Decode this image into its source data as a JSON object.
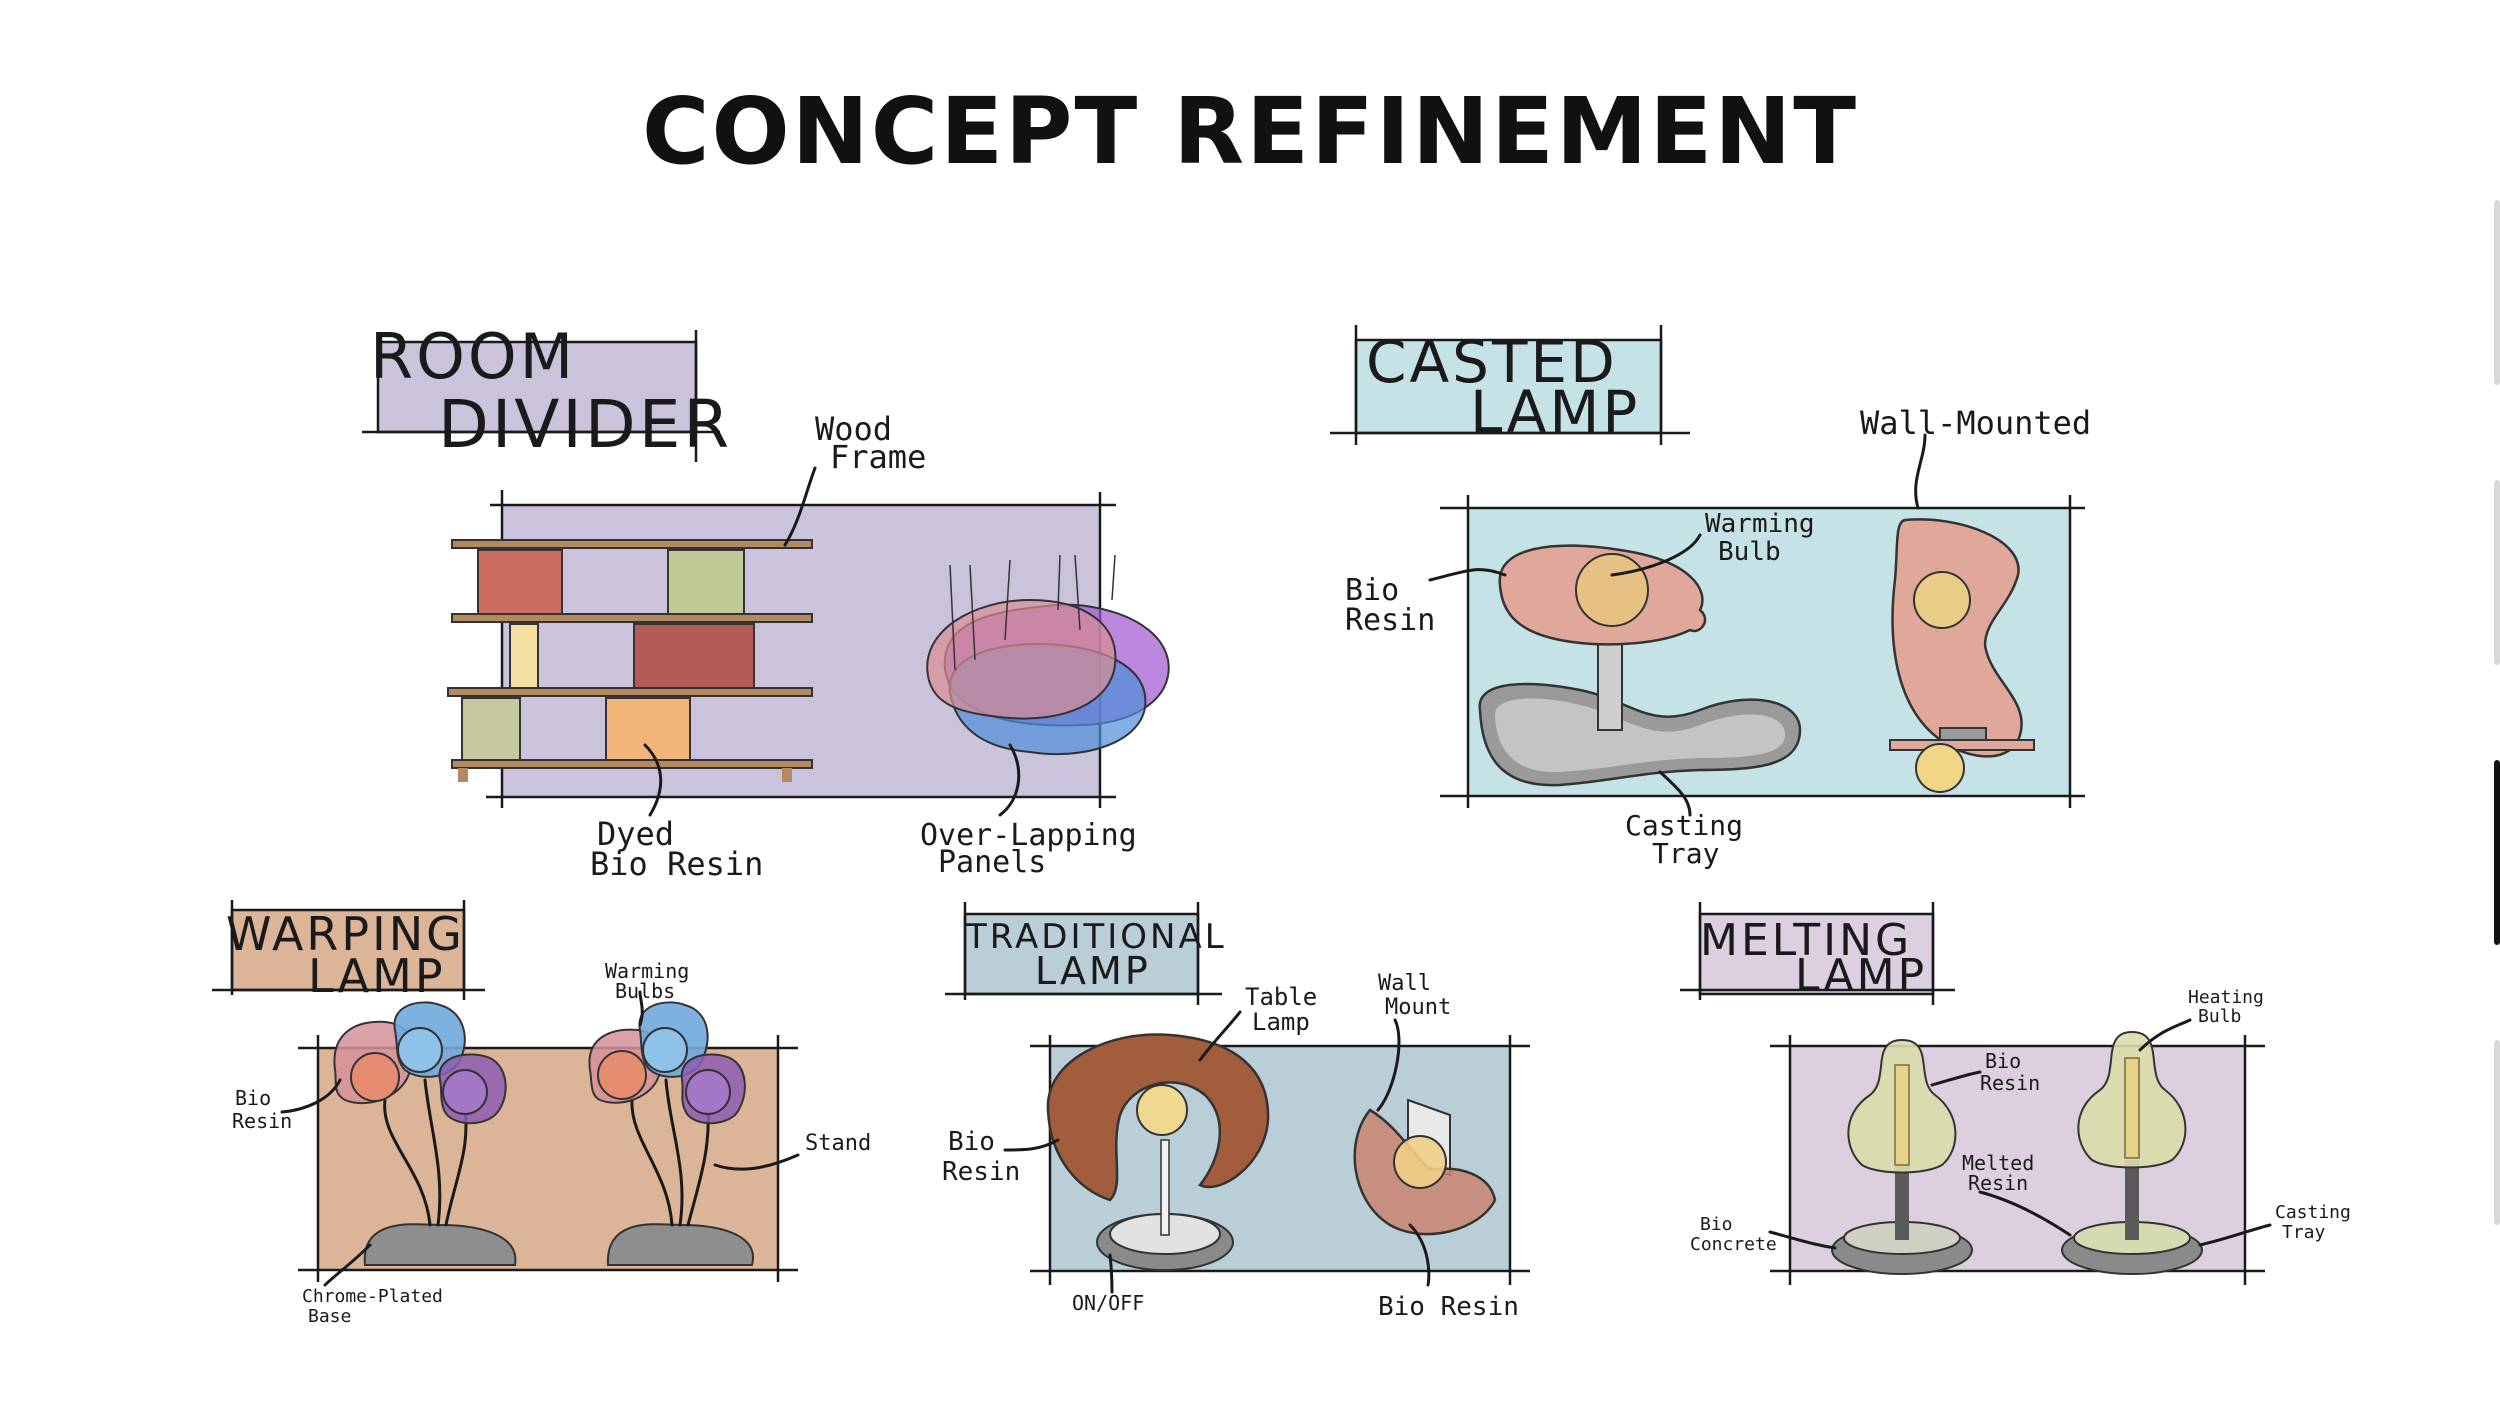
{
  "page_title": "CONCEPT REFINEMENT",
  "colors": {
    "room_divider": "#cbc2dc",
    "casted_lamp": "#c5e3e6",
    "warping_lamp": "#dcb498",
    "traditional_lamp": "#b9ced6",
    "melting_lamp": "#dbcfe0",
    "resin_pink": "#dfa89a",
    "bulb": "#e8cd84",
    "tray": "#9c9c9c"
  },
  "panels": {
    "room_divider": {
      "title_line1": "ROOM",
      "title_line2": "DIVIDER",
      "callouts": {
        "wood_frame_1": "Wood",
        "wood_frame_2": "Frame",
        "dyed_resin_1": "Dyed",
        "dyed_resin_2": "Bio Resin",
        "panels_1": "Over-Lapping",
        "panels_2": "Panels"
      }
    },
    "casted_lamp": {
      "title_line1": "CASTED",
      "title_line2": "LAMP",
      "callouts": {
        "wall_mounted": "Wall-Mounted",
        "warming_bulb_1": "Warming",
        "warming_bulb_2": "Bulb",
        "bio_resin_1": "Bio",
        "bio_resin_2": "Resin",
        "casting_tray_1": "Casting",
        "casting_tray_2": "Tray"
      }
    },
    "warping_lamp": {
      "title_line1": "WARPING",
      "title_line2": "LAMP",
      "callouts": {
        "warming_bulbs_1": "Warming",
        "warming_bulbs_2": "Bulbs",
        "bio_resin_1": "Bio",
        "bio_resin_2": "Resin",
        "stand": "Stand",
        "base_1": "Chrome-Plated",
        "base_2": "Base"
      }
    },
    "traditional_lamp": {
      "title_line1": "TRADITIONAL",
      "title_line2": "LAMP",
      "callouts": {
        "table_lamp_1": "Table",
        "table_lamp_2": "Lamp",
        "wall_mount_1": "Wall",
        "wall_mount_2": "Mount",
        "bio_resin_1": "Bio",
        "bio_resin_2": "Resin",
        "on_off": "ON/OFF",
        "bio_resin_b": "Bio Resin"
      }
    },
    "melting_lamp": {
      "title_line1": "MELTING",
      "title_line2": "LAMP",
      "callouts": {
        "heating_bulb_1": "Heating",
        "heating_bulb_2": "Bulb",
        "bio_resin_1": "Bio",
        "bio_resin_2": "Resin",
        "melted_resin_1": "Melted",
        "melted_resin_2": "Resin",
        "bio_concrete_1": "Bio",
        "bio_concrete_2": "Concrete",
        "casting_tray_1": "Casting",
        "casting_tray_2": "Tray"
      }
    }
  }
}
